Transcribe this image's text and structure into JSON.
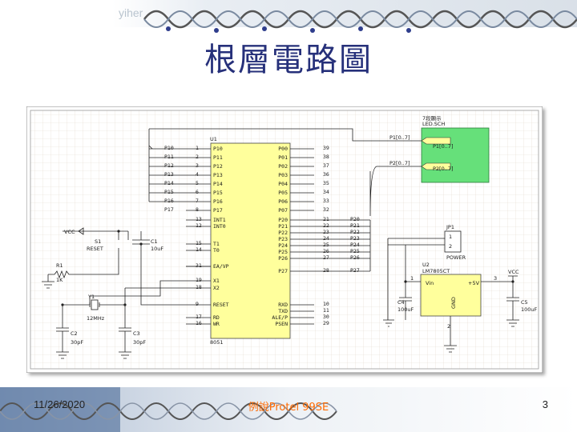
{
  "slide": {
    "watermark": "yiher",
    "title": "根層電路圖",
    "footer_date": "11/26/2020",
    "footer_center": "例說Protel 99SE",
    "page_number": "3"
  },
  "schematic": {
    "mcu": {
      "ref": "U1",
      "part": "8051",
      "left_pins": [
        {
          "num": "1",
          "name": "P10",
          "net": "P10"
        },
        {
          "num": "2",
          "name": "P11",
          "net": "P11"
        },
        {
          "num": "3",
          "name": "P12",
          "net": "P12"
        },
        {
          "num": "4",
          "name": "P13",
          "net": "P13"
        },
        {
          "num": "5",
          "name": "P14",
          "net": "P14"
        },
        {
          "num": "6",
          "name": "P15",
          "net": "P15"
        },
        {
          "num": "7",
          "name": "P16",
          "net": "P16"
        },
        {
          "num": "8",
          "name": "P17",
          "net": "P17"
        },
        {
          "num": "13",
          "name": "INT1"
        },
        {
          "num": "12",
          "name": "INT0"
        },
        {
          "num": "15",
          "name": "T1"
        },
        {
          "num": "14",
          "name": "T0"
        },
        {
          "num": "31",
          "name": "EA/VP"
        },
        {
          "num": "19",
          "name": "X1"
        },
        {
          "num": "18",
          "name": "X2"
        },
        {
          "num": "9",
          "name": "RESET"
        },
        {
          "num": "17",
          "name": "RD"
        },
        {
          "num": "16",
          "name": "WR"
        }
      ],
      "right_pins": [
        {
          "num": "39",
          "name": "P00"
        },
        {
          "num": "38",
          "name": "P01"
        },
        {
          "num": "37",
          "name": "P02"
        },
        {
          "num": "36",
          "name": "P03"
        },
        {
          "num": "35",
          "name": "P04"
        },
        {
          "num": "34",
          "name": "P05"
        },
        {
          "num": "33",
          "name": "P06"
        },
        {
          "num": "32",
          "name": "P07"
        },
        {
          "num": "21",
          "name": "P20",
          "net": "P20"
        },
        {
          "num": "22",
          "name": "P21",
          "net": "P21"
        },
        {
          "num": "23",
          "name": "P22",
          "net": "P22"
        },
        {
          "num": "24",
          "name": "P23",
          "net": "P23"
        },
        {
          "num": "25",
          "name": "P24",
          "net": "P24"
        },
        {
          "num": "26",
          "name": "P25",
          "net": "P25"
        },
        {
          "num": "27",
          "name": "P26",
          "net": "P26"
        },
        {
          "num": "28",
          "name": "P27",
          "net": "P27"
        },
        {
          "num": "10",
          "name": "RXD"
        },
        {
          "num": "11",
          "name": "TXD"
        },
        {
          "num": "30",
          "name": "ALE/P"
        },
        {
          "num": "29",
          "name": "PSEN"
        }
      ]
    },
    "sheet": {
      "title": "7段顯示",
      "file": "LED.SCH",
      "ports": [
        "P1[0..7]",
        "P2[0..7]"
      ],
      "bus_labels": [
        "P1[0..7]",
        "P2[0..7]"
      ]
    },
    "power_in": {
      "ref": "JP1",
      "pins": [
        "1",
        "2"
      ],
      "name": "POWER"
    },
    "regulator": {
      "ref": "U2",
      "part": "LM7805CT",
      "pin_in": "Vin",
      "pin_out": "+5V",
      "pin_gnd": "GND",
      "num_in": "1",
      "num_out": "3",
      "num_gnd": "2"
    },
    "vcc_labels": [
      "VCC",
      "VCC"
    ],
    "s1": {
      "ref": "S1",
      "value": "RESET"
    },
    "c1": {
      "ref": "C1",
      "value": "10uF"
    },
    "r1": {
      "ref": "R1",
      "value": "1K"
    },
    "y1": {
      "ref": "Y1",
      "value": "12MHz"
    },
    "c2": {
      "ref": "C2",
      "value": "30pF"
    },
    "c3": {
      "ref": "C3",
      "value": "30pF"
    },
    "c4": {
      "ref": "C4",
      "value": "100uF"
    },
    "c5": {
      "ref": "C5",
      "value": "100uF"
    }
  },
  "colors": {
    "title": "#26307a",
    "footer_center": "#ff6a00",
    "sheet_fill": "#66e07a",
    "ic_fill": "#ffff9c",
    "grid": "#e4d9cd"
  }
}
